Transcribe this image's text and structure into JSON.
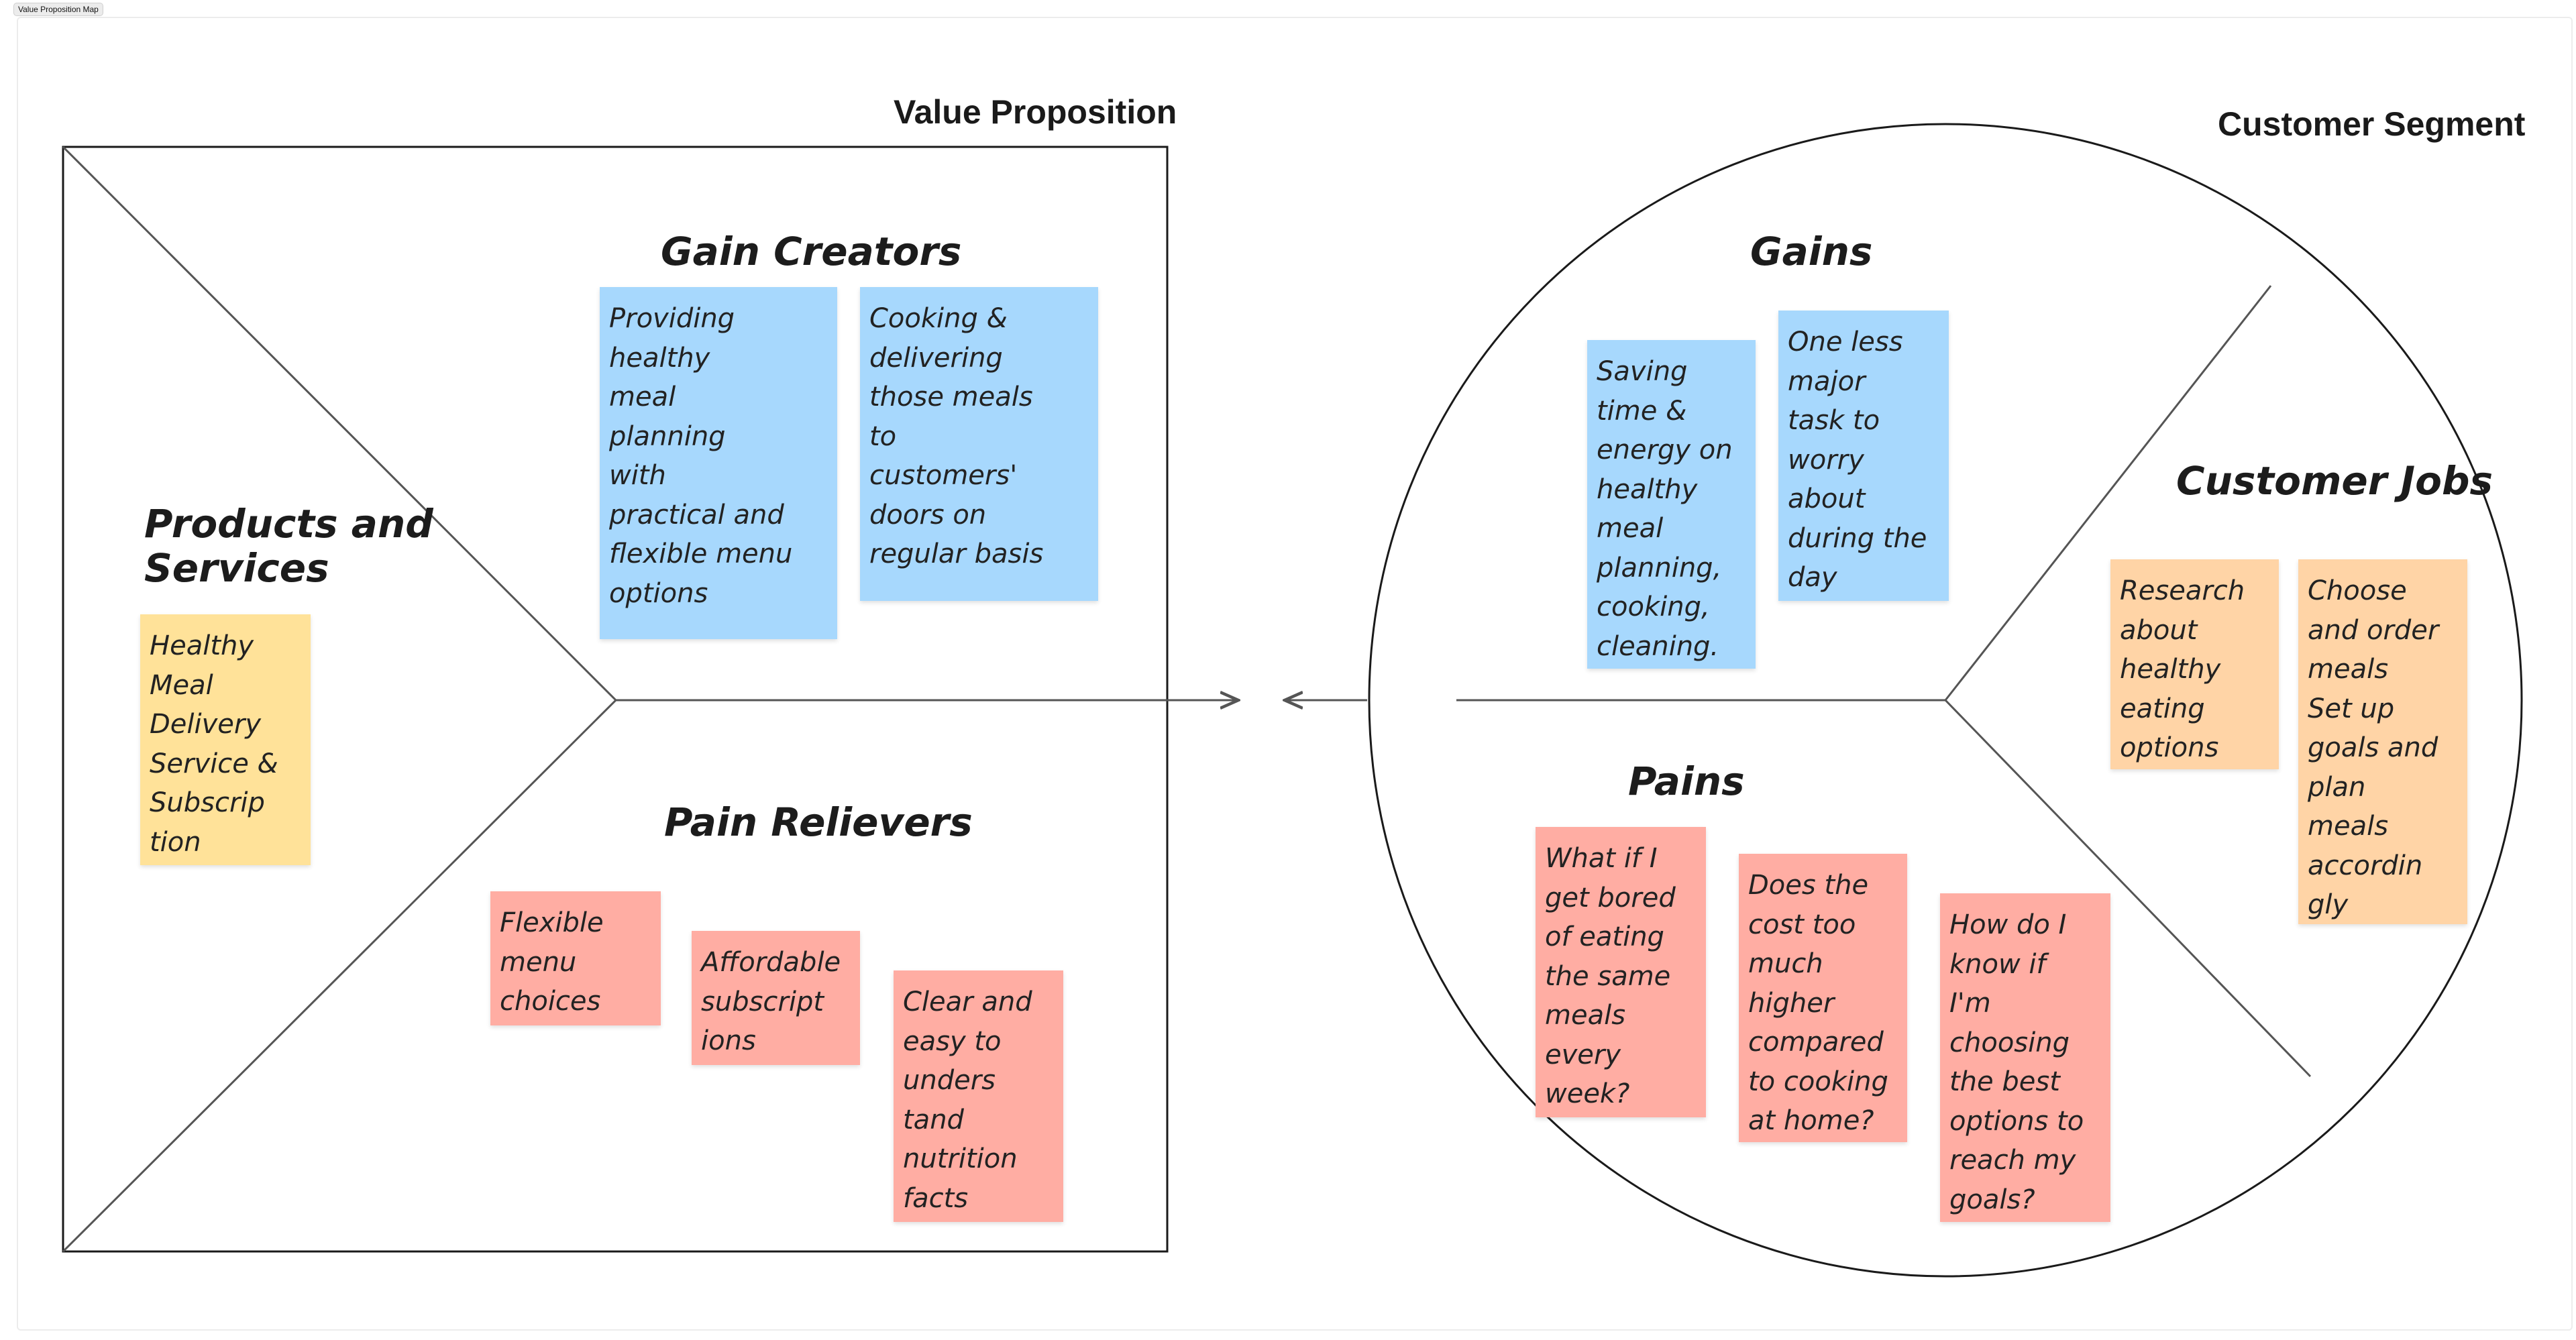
{
  "board_tag": "Value Proposition Map",
  "colors": {
    "yellow": "#ffe299",
    "blue": "#a7d8fd",
    "red": "#ffada3",
    "orange": "#ffd4a6",
    "line": "#555555"
  },
  "value_proposition": {
    "title": "Value Proposition",
    "products_and_services": {
      "heading": "Products and\nServices",
      "notes": [
        "Healthy\nMeal\nDelivery\nService &\nSubscrip\ntion"
      ]
    },
    "gain_creators": {
      "heading": "Gain Creators",
      "notes": [
        "Providing\nhealthy\nmeal\nplanning\nwith\npractical and\nflexible menu\noptions",
        "Cooking &\ndelivering\nthose meals\nto\ncustomers'\ndoors on\nregular basis"
      ]
    },
    "pain_relievers": {
      "heading": "Pain Relievers",
      "notes": [
        "Flexible\nmenu\nchoices",
        "Affordable\nsubscript\nions",
        "Clear and\neasy to\nunders\ntand\nnutrition\nfacts"
      ]
    }
  },
  "customer_segment": {
    "title": "Customer Segment",
    "gains": {
      "heading": "Gains",
      "notes": [
        "Saving\ntime &\nenergy on\nhealthy\nmeal\nplanning,\ncooking,\ncleaning.",
        "One less\nmajor\ntask to\nworry\nabout\nduring the\nday"
      ]
    },
    "customer_jobs": {
      "heading": "Customer Jobs",
      "notes": [
        "Research\nabout\nhealthy\neating\noptions",
        "Choose\nand order\nmeals\nSet up\ngoals and\nplan\nmeals\naccordin\ngly"
      ]
    },
    "pains": {
      "heading": "Pains",
      "notes": [
        "What if I\nget bored\nof eating\nthe same\nmeals\nevery\nweek?",
        "Does the\ncost too\nmuch\nhigher\ncompared\nto cooking\nat home?",
        "How do I\nknow if\nI'm\nchoosing\nthe best\noptions to\nreach my\ngoals?"
      ]
    }
  }
}
